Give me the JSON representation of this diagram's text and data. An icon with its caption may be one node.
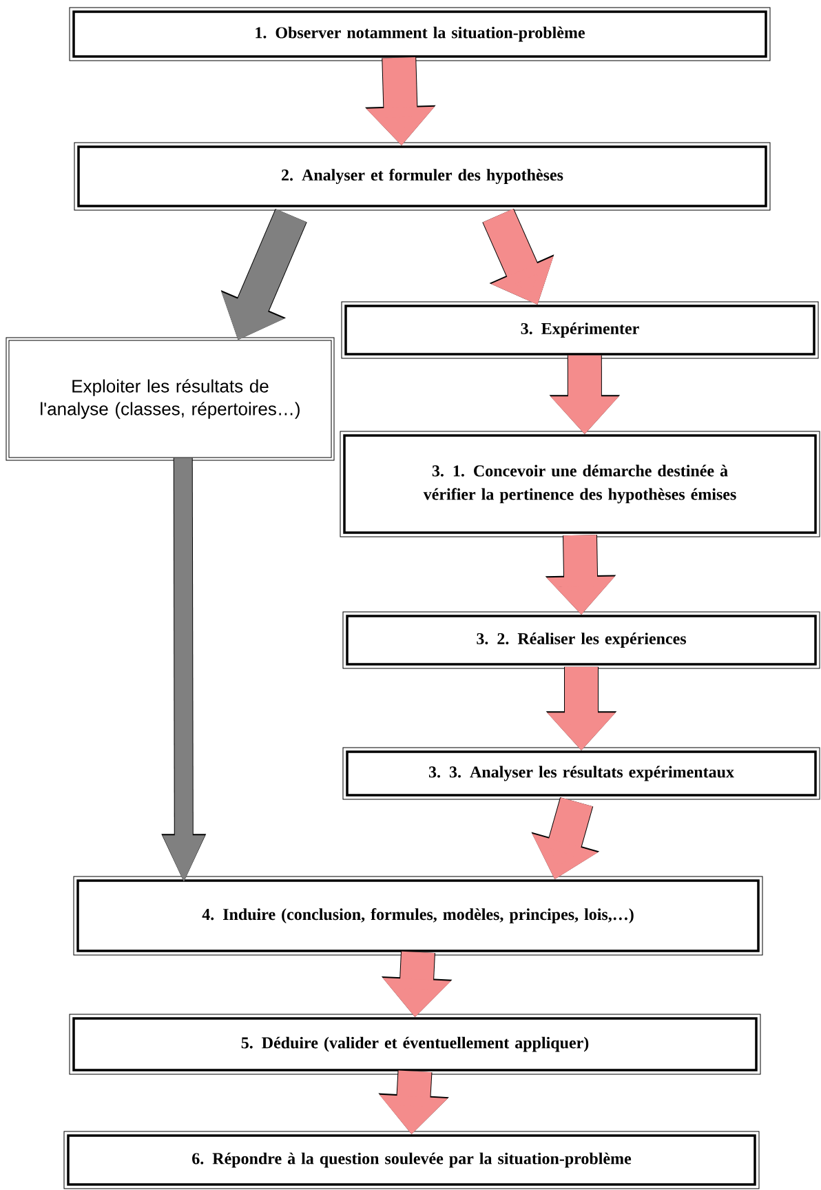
{
  "diagram": {
    "nodes": [
      {
        "text": [
          "1. Observer notamment la situation-problème"
        ]
      },
      {
        "text": [
          "2. Analyser et formuler des hypothèses"
        ]
      },
      {
        "text": [
          "Exploiter les résultats de l'analyse (classes, répertoires…)"
        ]
      },
      {
        "text": [
          "3. Expérimenter"
        ]
      },
      {
        "text": [
          "3. 1. Concevoir une démarche destinée à vérifier la pertinence des hypothèses émises"
        ]
      },
      {
        "text": [
          "3. 2. Réaliser les expériences"
        ]
      },
      {
        "text": [
          "3. 3. Analyser les résultats expérimentaux"
        ]
      },
      {
        "text": [
          "4. Induire (conclusion, formules, modèles, principes, lois,…)"
        ]
      },
      {
        "text": [
          "5. Déduire (valider et éventuellement appliquer)"
        ]
      },
      {
        "text": [
          "6. Répondre à la question soulevée par la situation-problème"
        ]
      }
    ],
    "edges": [
      {
        "from": 0,
        "to": 1,
        "arrow": "to"
      },
      {
        "from": 1,
        "to": 2,
        "arrow": "to",
        "color": "#808080"
      },
      {
        "from": 1,
        "to": 3,
        "arrow": "to"
      },
      {
        "from": 3,
        "to": 4,
        "arrow": "to"
      },
      {
        "from": 4,
        "to": 5,
        "arrow": "to"
      },
      {
        "from": 5,
        "to": 6,
        "arrow": "to"
      },
      {
        "from": 6,
        "to": 7,
        "arrow": "to"
      },
      {
        "from": 2,
        "to": 7,
        "arrow": "to",
        "color": "#808080"
      },
      {
        "from": 7,
        "to": 8,
        "arrow": "to"
      },
      {
        "from": 8,
        "to": 9,
        "arrow": "to"
      }
    ]
  }
}
